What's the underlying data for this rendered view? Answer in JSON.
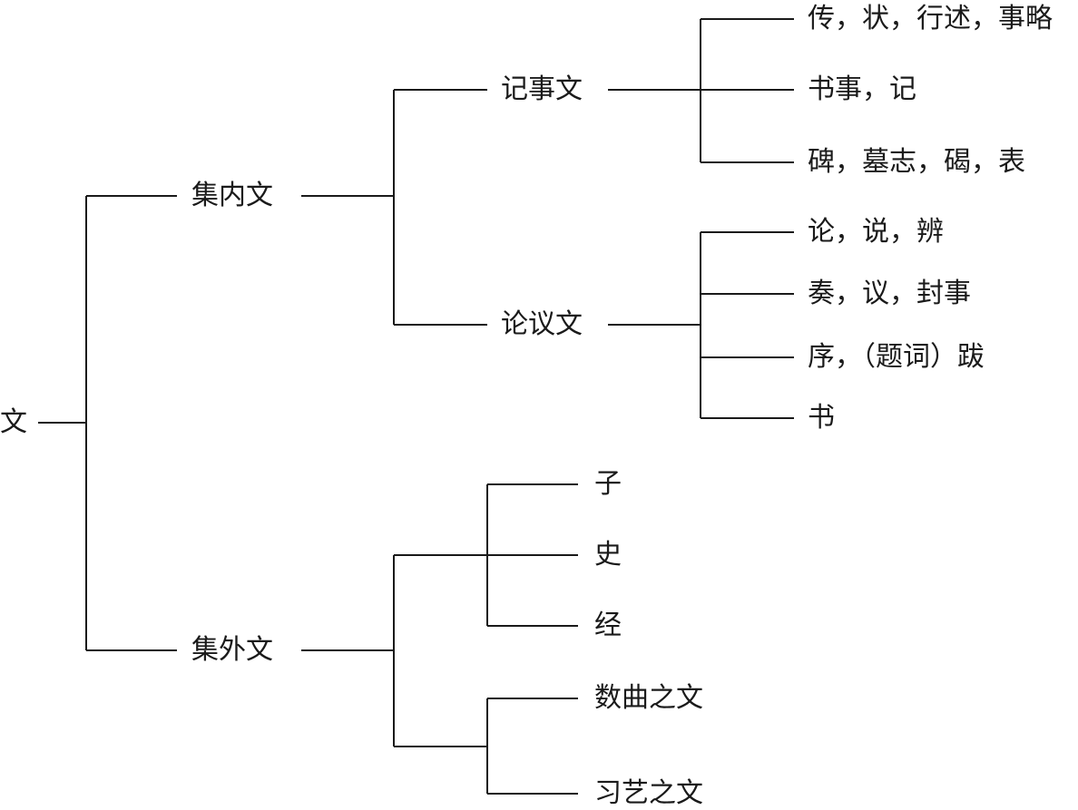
{
  "tree": {
    "root": {
      "label": "文"
    },
    "ji_nei_wen": {
      "label": "集内文",
      "ji_shi_wen": {
        "label": "记事文",
        "items": [
          "传，状，行述，事略",
          "书事，记",
          "碑，墓志，碣，表"
        ]
      },
      "lun_yi_wen": {
        "label": "论议文",
        "items": [
          "论，说，辨",
          "奏，议，封事",
          "序，（题词）跋",
          "书"
        ]
      }
    },
    "ji_wai_wen": {
      "label": "集外文",
      "group_a": {
        "items": [
          "子",
          "史",
          "经"
        ]
      },
      "group_b": {
        "items": [
          "数曲之文",
          "习艺之文"
        ]
      }
    }
  }
}
